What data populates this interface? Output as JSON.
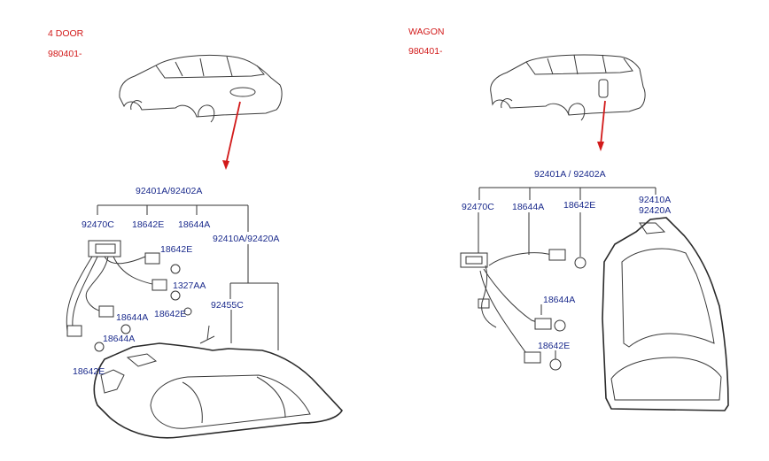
{
  "left_variant": {
    "title": "4 DOOR",
    "date_code": "980401-",
    "callouts": {
      "assembly": "92401A/92402A",
      "harness": "92470C",
      "bulb_e_a": "18642E",
      "bulb_a_a": "18644A",
      "lens": "92410A/92420A",
      "bulb_e_b": "18642E",
      "grommet": "1327AA",
      "bulb_e_c": "18642E",
      "socket": "92455C",
      "bulb_a_b": "18644A",
      "bulb_a_c": "18644A",
      "bulb_e_d": "18642E"
    }
  },
  "right_variant": {
    "title": "WAGON",
    "date_code": "980401-",
    "callouts": {
      "assembly": "92401A / 92402A",
      "harness": "92470C",
      "bulb_a_a": "18644A",
      "bulb_e_a": "18642E",
      "lens_a": "92410A",
      "lens_b": "92420A",
      "bulb_a_b": "18644A",
      "bulb_e_b": "18642E"
    }
  },
  "colors": {
    "heading": "#d21a1a",
    "callout": "#1a2a8c",
    "arrow": "#d21a1a"
  }
}
